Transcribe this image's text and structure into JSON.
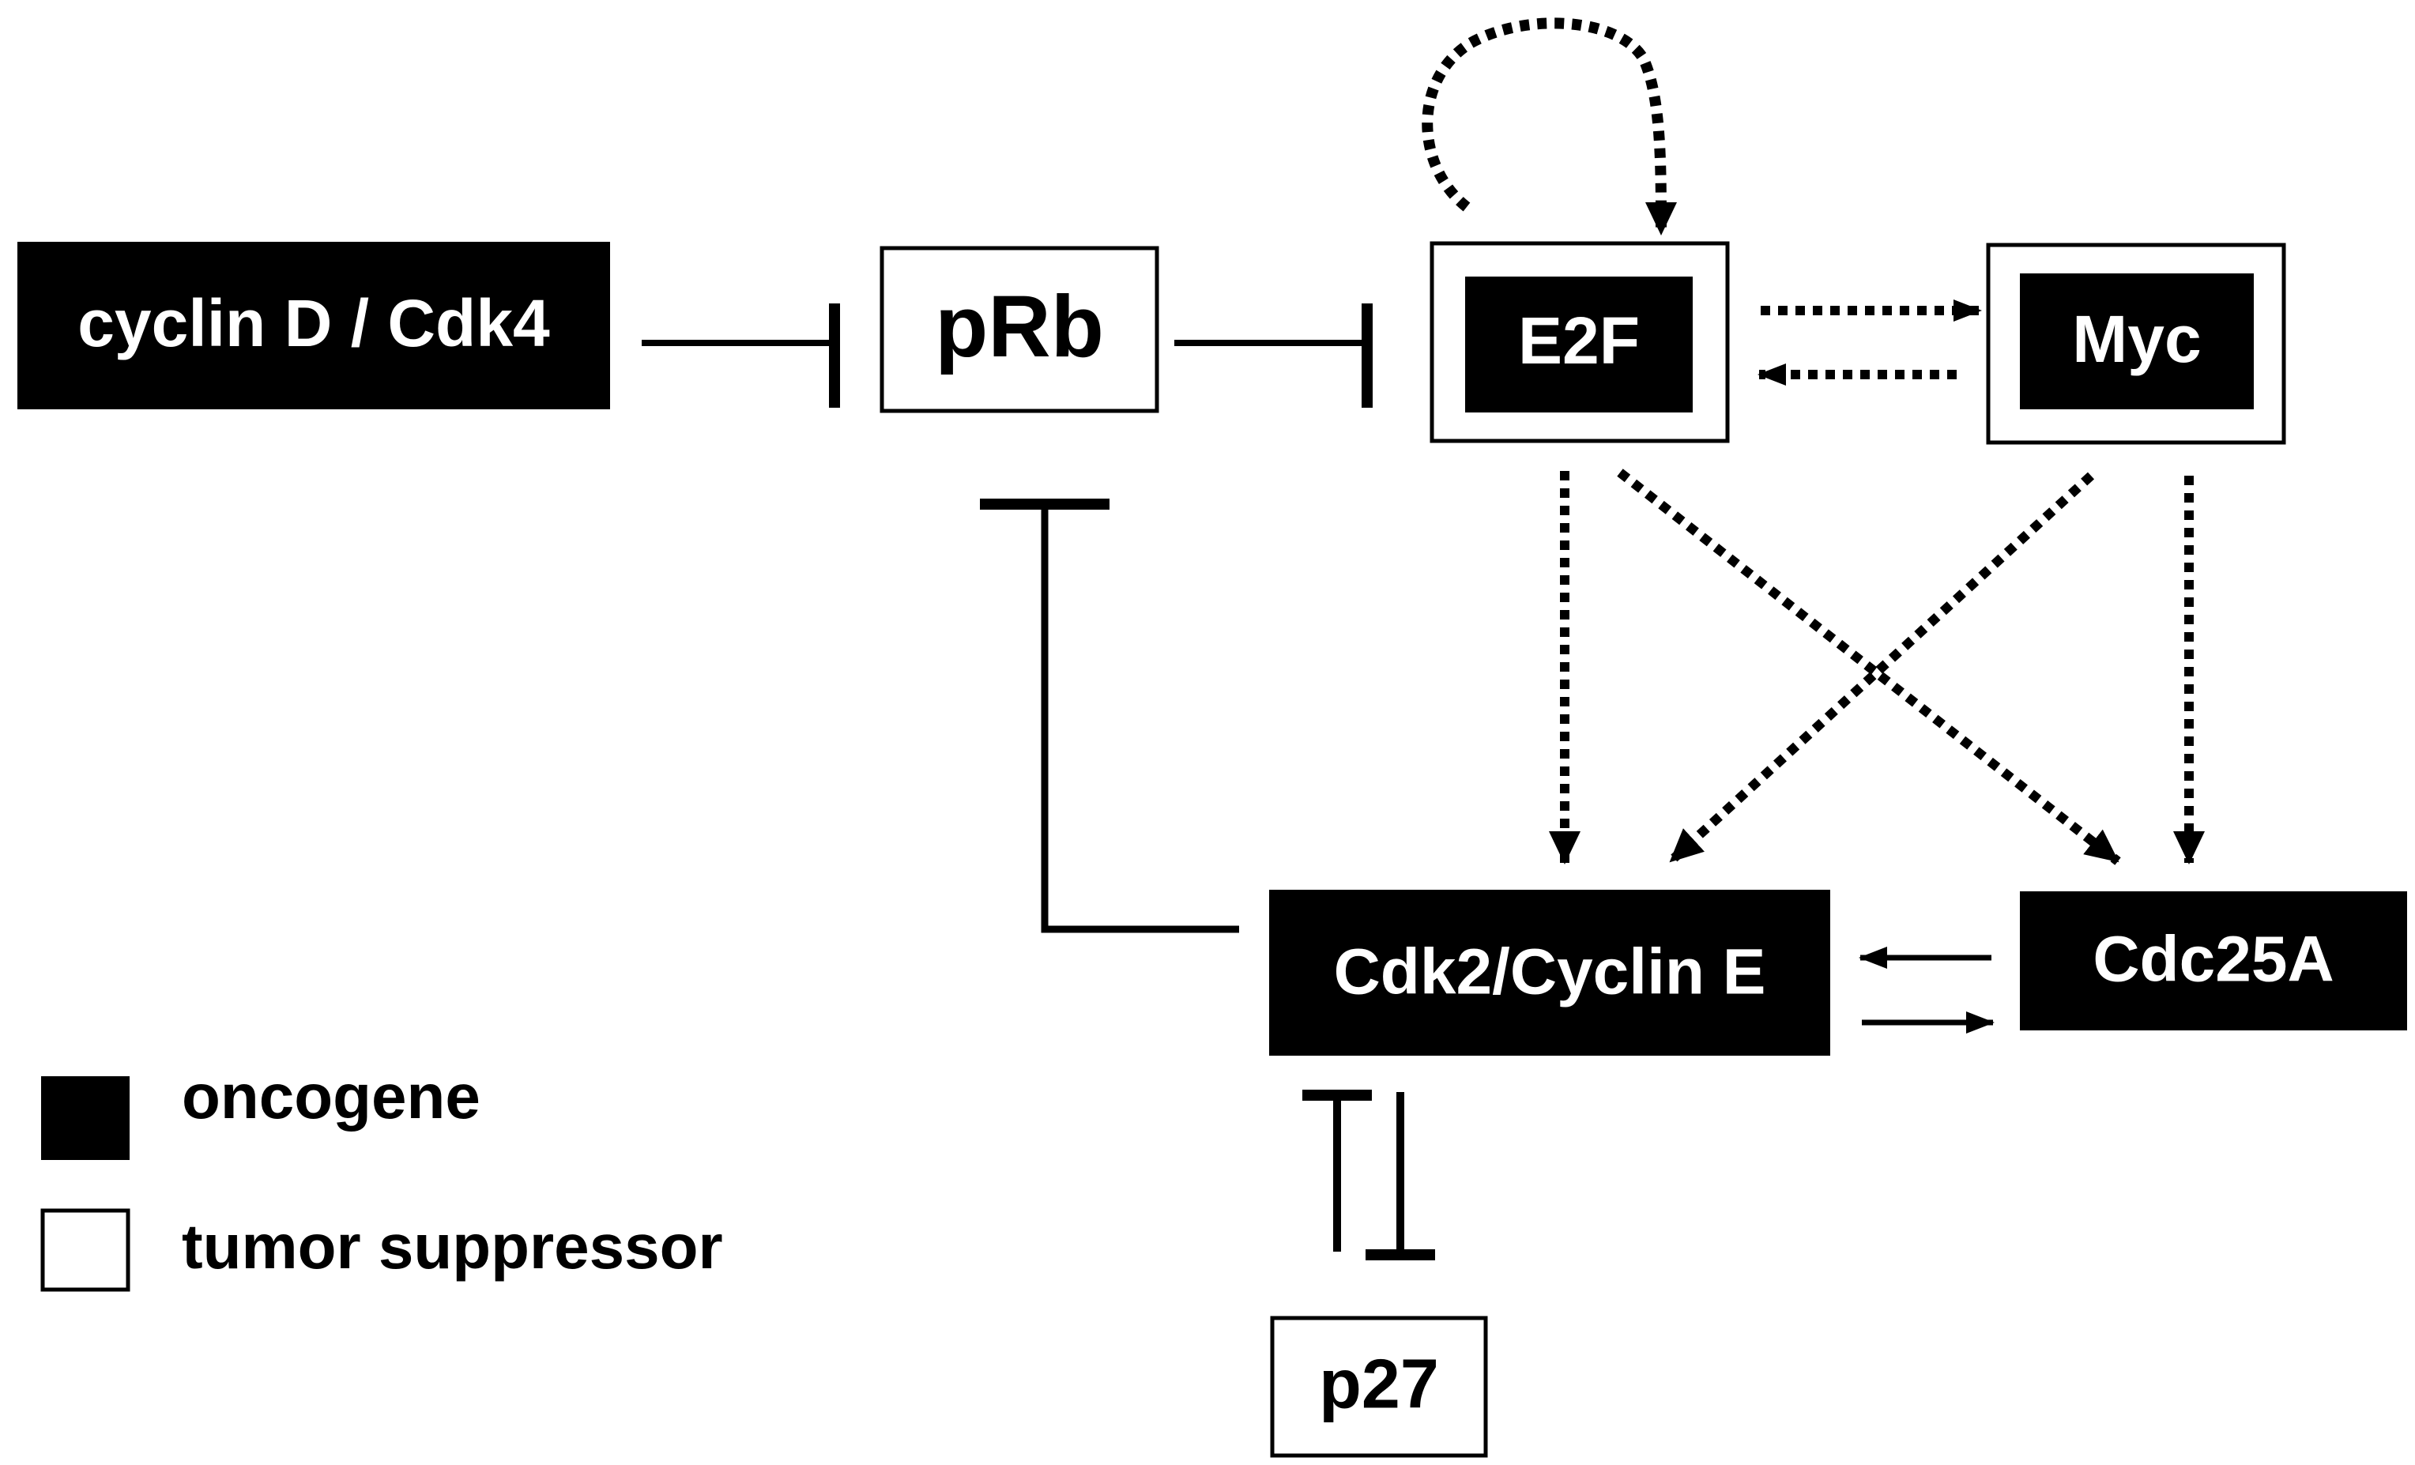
{
  "nodes": {
    "cyclin_d_cdk4": {
      "label": "cyclin D / Cdk4",
      "kind": "oncogene"
    },
    "prb": {
      "label": "pRb",
      "kind": "tumor suppressor"
    },
    "e2f": {
      "label": "E2F",
      "kind": "oncogene"
    },
    "myc": {
      "label": "Myc",
      "kind": "oncogene"
    },
    "cdk2_cyclin_e": {
      "label": "Cdk2/Cyclin E",
      "kind": "oncogene"
    },
    "cdc25a": {
      "label": "Cdc25A",
      "kind": "oncogene"
    },
    "p27": {
      "label": "p27",
      "kind": "tumor suppressor"
    }
  },
  "edges": [
    {
      "from": "cyclin D / Cdk4",
      "to": "pRb",
      "type": "inhibition",
      "style": "solid"
    },
    {
      "from": "pRb",
      "to": "E2F",
      "type": "inhibition",
      "style": "solid"
    },
    {
      "from": "E2F",
      "to": "E2F",
      "type": "activation",
      "style": "dotted"
    },
    {
      "from": "E2F",
      "to": "Myc",
      "type": "activation",
      "style": "dotted"
    },
    {
      "from": "Myc",
      "to": "E2F",
      "type": "activation",
      "style": "dotted"
    },
    {
      "from": "E2F",
      "to": "Cdk2/Cyclin E",
      "type": "activation",
      "style": "dotted"
    },
    {
      "from": "E2F",
      "to": "Cdc25A",
      "type": "activation",
      "style": "dotted"
    },
    {
      "from": "Myc",
      "to": "Cdk2/Cyclin E",
      "type": "activation",
      "style": "dotted"
    },
    {
      "from": "Myc",
      "to": "Cdc25A",
      "type": "activation",
      "style": "dotted"
    },
    {
      "from": "Cdk2/Cyclin E",
      "to": "pRb",
      "type": "inhibition",
      "style": "solid"
    },
    {
      "from": "Cdc25A",
      "to": "Cdk2/Cyclin E",
      "type": "activation",
      "style": "solid"
    },
    {
      "from": "Cdk2/Cyclin E",
      "to": "Cdc25A",
      "type": "activation",
      "style": "solid"
    },
    {
      "from": "p27",
      "to": "Cdk2/Cyclin E",
      "type": "inhibition",
      "style": "solid"
    },
    {
      "from": "Cdk2/Cyclin E",
      "to": "p27",
      "type": "inhibition",
      "style": "solid"
    }
  ],
  "legend": {
    "oncogene": "oncogene",
    "tumor_suppressor": "tumor suppressor"
  },
  "colors": {
    "ink": "#000000",
    "paper": "#ffffff"
  }
}
